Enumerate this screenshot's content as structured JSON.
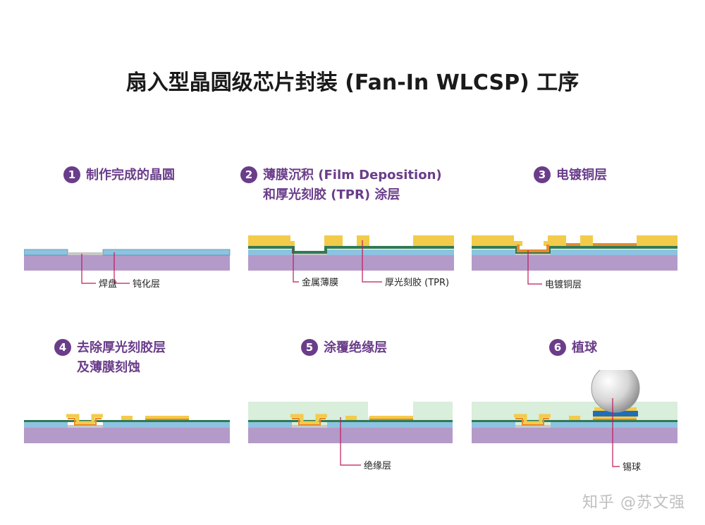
{
  "title": "扇入型晶圆级芯片封装 (Fan-In WLCSP) 工序",
  "steps": [
    {
      "num": "1",
      "title_line1": "制作完成的晶圆",
      "title_line2": "",
      "labels": [
        "焊盘",
        "钝化层"
      ]
    },
    {
      "num": "2",
      "title_line1": "薄膜沉积 (Film Deposition)",
      "title_line2": "和厚光刻胶 (TPR) 涂层",
      "labels": [
        "金属薄膜",
        "厚光刻胶 (TPR)"
      ]
    },
    {
      "num": "3",
      "title_line1": "电镀铜层",
      "title_line2": "",
      "labels": [
        "电镀铜层"
      ]
    },
    {
      "num": "4",
      "title_line1": "去除厚光刻胶层",
      "title_line2": "及薄膜刻蚀",
      "labels": []
    },
    {
      "num": "5",
      "title_line1": "涂覆绝缘层",
      "title_line2": "",
      "labels": [
        "绝缘层"
      ]
    },
    {
      "num": "6",
      "title_line1": "植球",
      "title_line2": "",
      "labels": [
        "锡球"
      ]
    }
  ],
  "watermark": "知乎 @苏文强",
  "colors": {
    "accent": "#6a3d8a",
    "substrate": "#b49ac8",
    "passivation": "#8dc3e0",
    "pad": "#c8c8c8",
    "film": "#2f7a55",
    "resist": "#f3cb4a",
    "copper": "#e34a7a",
    "insulation": "#d9eedb",
    "leader": "#c2185b"
  }
}
